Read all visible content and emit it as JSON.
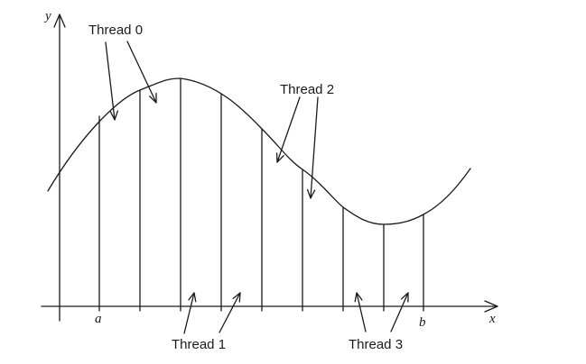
{
  "axes": {
    "x_label": "x",
    "y_label": "y",
    "a_label": "a",
    "b_label": "b"
  },
  "threads": [
    {
      "label": "Thread 0"
    },
    {
      "label": "Thread 1"
    },
    {
      "label": "Thread 2"
    },
    {
      "label": "Thread 3"
    }
  ]
}
